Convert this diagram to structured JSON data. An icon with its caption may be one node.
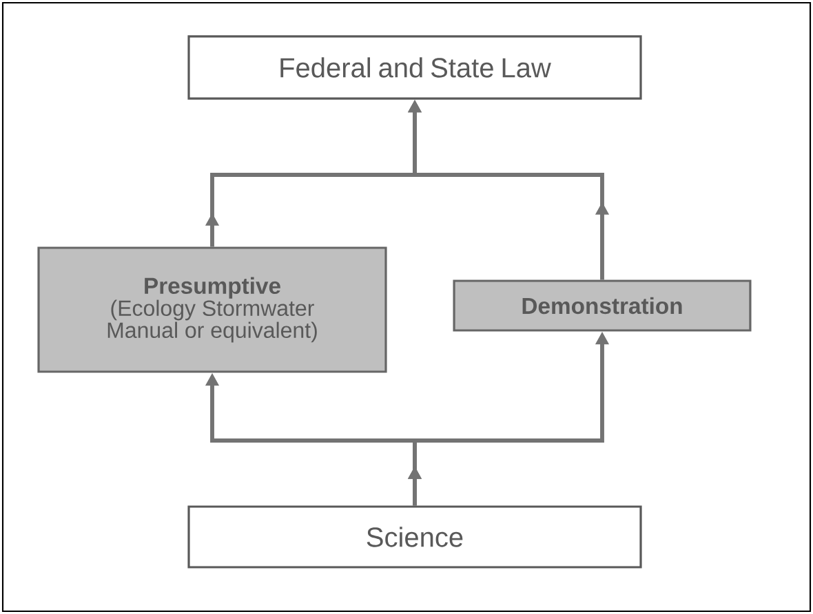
{
  "diagram": {
    "nodes": [
      {
        "text": [
          "Federal and State Law"
        ]
      },
      {
        "text": [
          "Presumptive",
          "(Ecology Stormwater Manual or equivalent)"
        ]
      },
      {
        "text": [
          "Demonstration"
        ]
      },
      {
        "text": [
          "Science"
        ]
      }
    ],
    "edges": [
      {
        "from": 3,
        "to": 1,
        "arrow": "to"
      },
      {
        "from": 3,
        "to": 2,
        "arrow": "to"
      },
      {
        "from": 1,
        "to": 0,
        "arrow": "to"
      },
      {
        "from": 2,
        "to": 0,
        "arrow": "to"
      }
    ]
  }
}
